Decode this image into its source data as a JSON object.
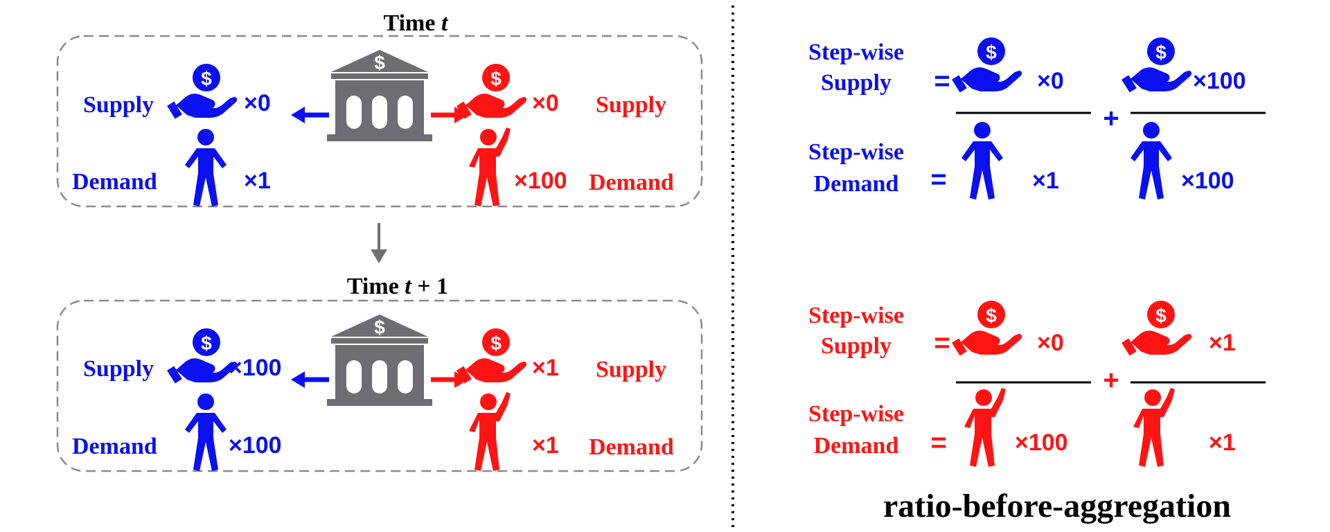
{
  "colors": {
    "blue": "#0a10f0",
    "red": "#ff1414",
    "bank": "#6d6d73",
    "arrow_gray": "#707070"
  },
  "icons": {
    "supply": "hand-holding-dollar-icon",
    "demand_blue": "standing-person-icon",
    "demand_red": "waving-person-icon",
    "bank": "bank-building-icon"
  },
  "left": {
    "time_t": {
      "title_prefix": "Time",
      "title_var": "t",
      "blue": {
        "supply_label": "Supply",
        "supply_mult": "×0",
        "demand_label": "Demand",
        "demand_mult": "×1"
      },
      "red": {
        "supply_label": "Supply",
        "supply_mult": "×0",
        "demand_label": "Demand",
        "demand_mult": "×100"
      }
    },
    "time_t1": {
      "title_prefix": "Time",
      "title_var": "t",
      "title_suffix": "+ 1",
      "blue": {
        "supply_label": "Supply",
        "supply_mult": "×100",
        "demand_label": "Demand",
        "demand_mult": "×100"
      },
      "red": {
        "supply_label": "Supply",
        "supply_mult": "×1",
        "demand_label": "Demand",
        "demand_mult": "×1"
      }
    }
  },
  "right": {
    "blue_block": {
      "supply_label_1": "Step-wise",
      "supply_label_2": "Supply",
      "demand_label_1": "Step-wise",
      "demand_label_2": "Demand",
      "eq": "=",
      "plus": "+",
      "term1_supply_mult": "×0",
      "term1_demand_mult": "×1",
      "term2_supply_mult": "×100",
      "term2_demand_mult": "×100"
    },
    "red_block": {
      "supply_label_1": "Step-wise",
      "supply_label_2": "Supply",
      "demand_label_1": "Step-wise",
      "demand_label_2": "Demand",
      "eq": "=",
      "plus": "+",
      "term1_supply_mult": "×0",
      "term1_demand_mult": "×100",
      "term2_supply_mult": "×1",
      "term2_demand_mult": "×1"
    },
    "caption": "ratio-before-aggregation"
  }
}
